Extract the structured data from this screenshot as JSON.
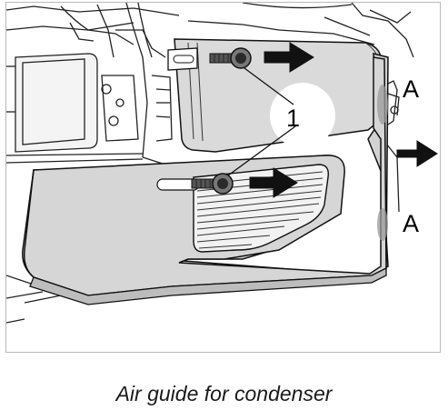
{
  "figure": {
    "callouts": {
      "part_number": "1",
      "view_marker_top": "A",
      "view_marker_bottom": "A"
    },
    "icons": [
      "bolt-icon",
      "arrow-right-icon"
    ]
  },
  "caption": "Air guide for condenser"
}
